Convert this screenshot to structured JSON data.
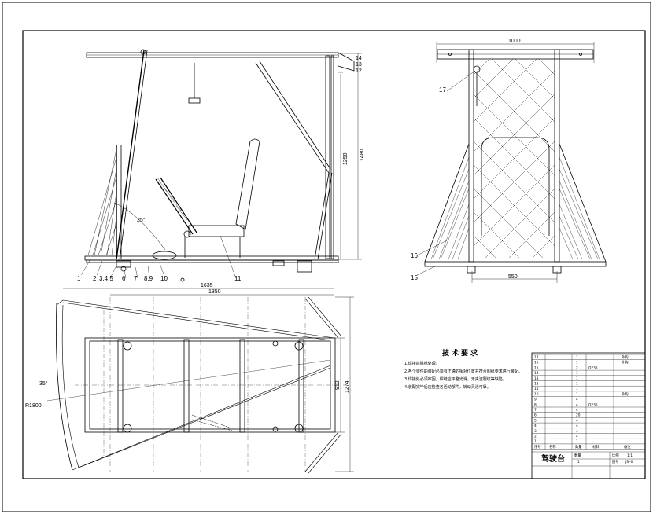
{
  "front_view": {
    "part_labels": [
      "1",
      "2",
      "3,4,5",
      "6",
      "7",
      "8,9",
      "10",
      "11"
    ],
    "dims": {
      "height_total": "1480",
      "height_inner": "1250",
      "angle": "25°"
    },
    "right_labels": [
      "14",
      "13",
      "12"
    ]
  },
  "side_view": {
    "dims": {
      "width_top": "1000",
      "width_bottom": "550"
    },
    "part_labels": {
      "p17": "17",
      "p16": "16",
      "p15": "15"
    }
  },
  "plan_view": {
    "dims": {
      "outer_length": "1635",
      "inner_length": "1350",
      "angle": "35°",
      "radius": "R1800",
      "width_outer": "1274",
      "width_inner": "912"
    }
  },
  "tech_notes": {
    "title": "技术要求",
    "items": [
      "1.焊接前除锈处理。",
      "2.各个零件的装配必须有正确的相对位置并符合图纸要求进行装配。",
      "3.焊接处必须牢固，焊缝应平整光滑，无夹渣裂纹等缺陷。",
      "4.装配完毕后应检查各活动部件，转动灵活可靠。"
    ]
  },
  "title_block": {
    "drawing_title": "驾驶台",
    "rows": [
      {
        "no": "17",
        "name": "",
        "qty": "1",
        "material": "",
        "note": "外购"
      },
      {
        "no": "16",
        "name": "",
        "qty": "1",
        "material": "",
        "note": "外购"
      },
      {
        "no": "15",
        "name": "",
        "qty": "2",
        "material": "Q235",
        "note": ""
      },
      {
        "no": "14",
        "name": "",
        "qty": "1",
        "material": "",
        "note": ""
      },
      {
        "no": "13",
        "name": "",
        "qty": "1",
        "material": "",
        "note": ""
      },
      {
        "no": "12",
        "name": "",
        "qty": "1",
        "material": "",
        "note": ""
      },
      {
        "no": "11",
        "name": "",
        "qty": "1",
        "material": "",
        "note": ""
      },
      {
        "no": "10",
        "name": "",
        "qty": "1",
        "material": "",
        "note": "外购"
      },
      {
        "no": "9",
        "name": "",
        "qty": "4",
        "material": "",
        "note": ""
      },
      {
        "no": "8",
        "name": "",
        "qty": "4",
        "material": "Q235",
        "note": ""
      },
      {
        "no": "7",
        "name": "",
        "qty": "4",
        "material": "",
        "note": ""
      },
      {
        "no": "6",
        "name": "",
        "qty": "20",
        "material": "",
        "note": ""
      },
      {
        "no": "5",
        "name": "",
        "qty": "4",
        "material": "",
        "note": ""
      },
      {
        "no": "4",
        "name": "",
        "qty": "4",
        "material": "",
        "note": ""
      },
      {
        "no": "3",
        "name": "",
        "qty": "4",
        "material": "",
        "note": ""
      },
      {
        "no": "2",
        "name": "",
        "qty": "4",
        "material": "",
        "note": ""
      },
      {
        "no": "1",
        "name": "",
        "qty": "1",
        "material": "",
        "note": ""
      }
    ],
    "header": {
      "no": "序号",
      "name": "名称",
      "qty": "数量",
      "material": "材料",
      "note": "备注"
    },
    "scale_label": "比例",
    "scale": "1:1",
    "sheet_label": "图号",
    "sheet": "JSJ-0",
    "qty_label": "数量",
    "qty": "1"
  }
}
